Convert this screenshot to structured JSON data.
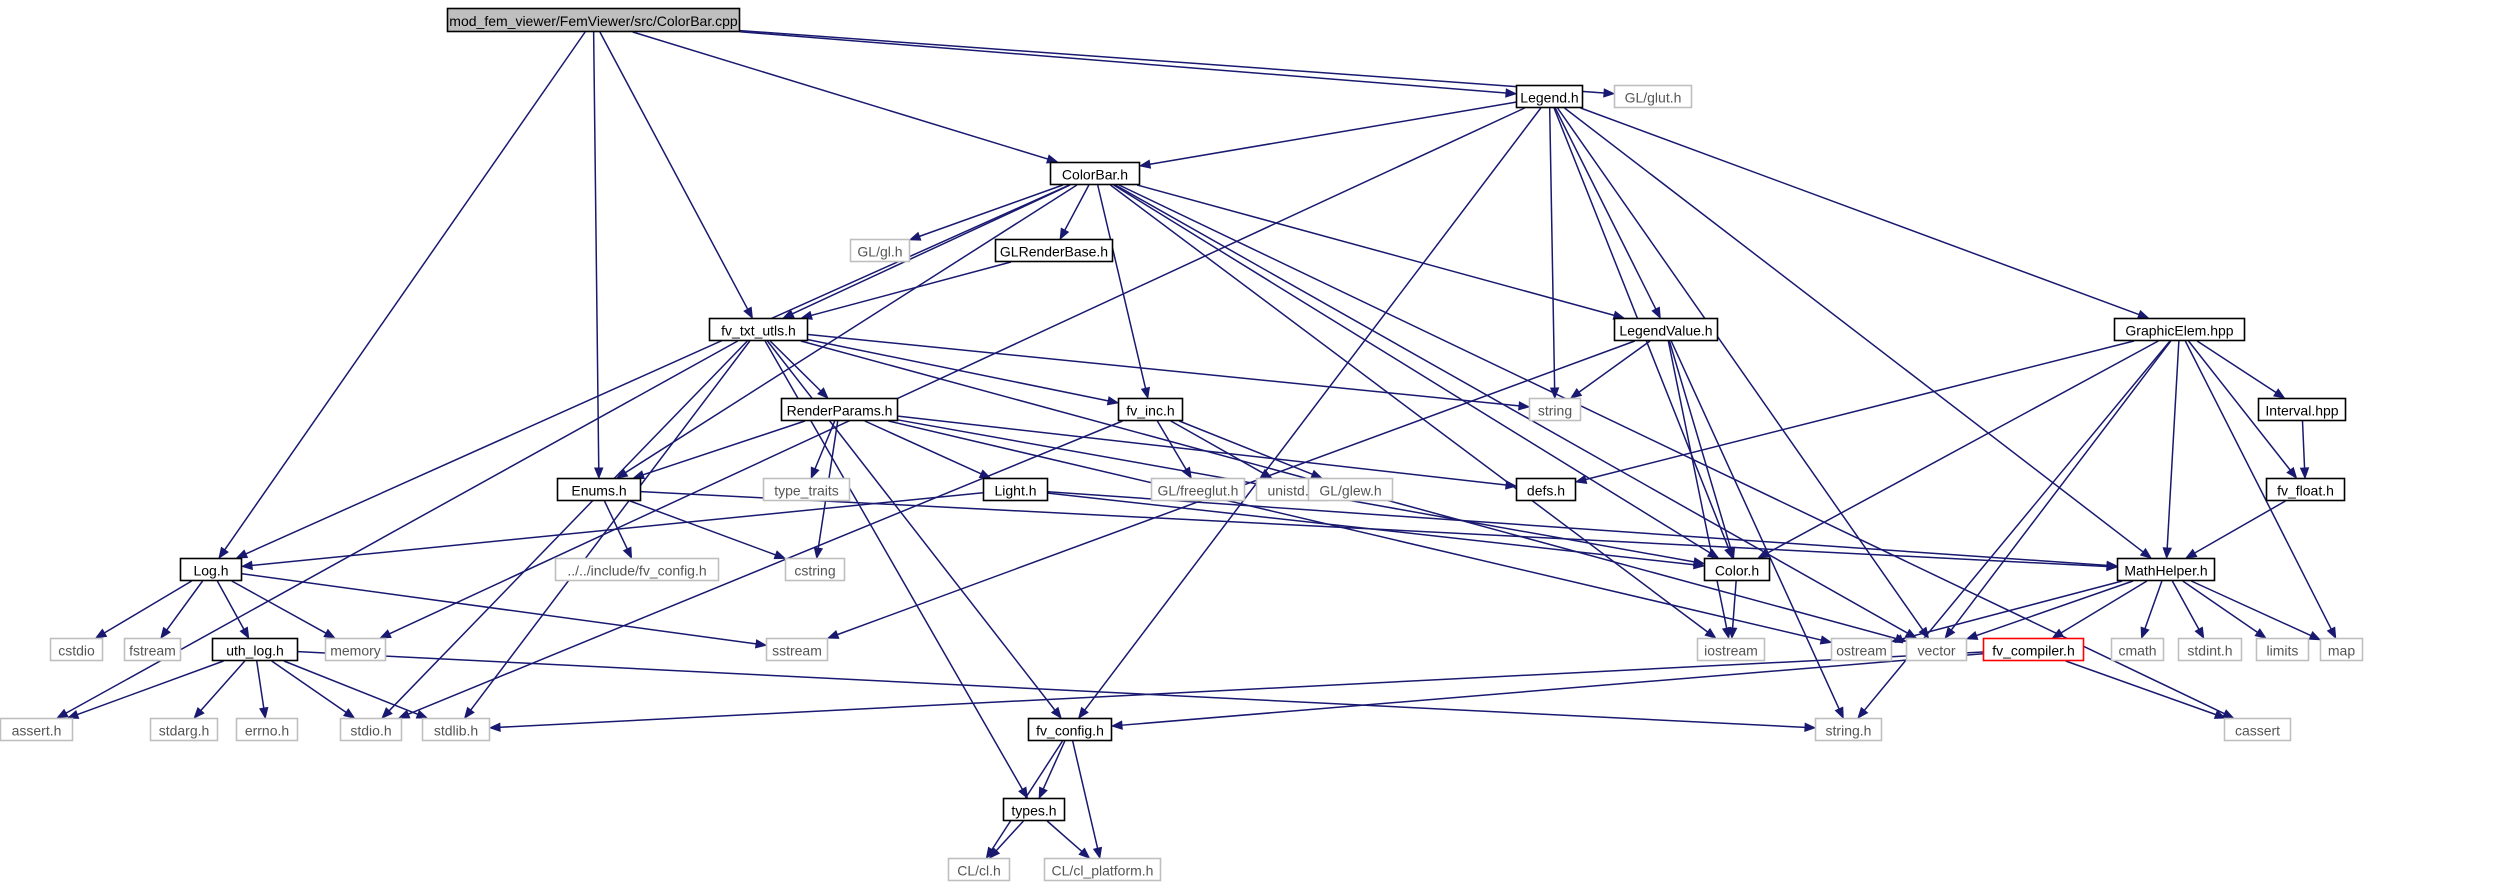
{
  "colors": {
    "edge": "#191970",
    "documented_border": "#000000",
    "external_border": "#bfbfbf",
    "truncated_border": "#ff0000",
    "root_fill": "#bfbfbf",
    "text": "#000000",
    "external_text": "#555555",
    "background": "#ffffff"
  },
  "nodes": [
    {
      "id": "root",
      "label": "mod_fem_viewer/FemViewer/src/ColorBar.cpp",
      "kind": "root"
    },
    {
      "id": "legend_h",
      "label": "Legend.h",
      "kind": "documented"
    },
    {
      "id": "gl_glut",
      "label": "GL/glut.h",
      "kind": "external"
    },
    {
      "id": "colorbar_h",
      "label": "ColorBar.h",
      "kind": "documented"
    },
    {
      "id": "gl_gl",
      "label": "GL/gl.h",
      "kind": "external"
    },
    {
      "id": "glrenderbase",
      "label": "GLRenderBase.h",
      "kind": "documented"
    },
    {
      "id": "fv_txt_utls",
      "label": "fv_txt_utls.h",
      "kind": "documented"
    },
    {
      "id": "legendvalue",
      "label": "LegendValue.h",
      "kind": "documented"
    },
    {
      "id": "graphicelem",
      "label": "GraphicElem.hpp",
      "kind": "documented"
    },
    {
      "id": "string",
      "label": "string",
      "kind": "external"
    },
    {
      "id": "renderparams",
      "label": "RenderParams.h",
      "kind": "documented"
    },
    {
      "id": "fv_inc",
      "label": "fv_inc.h",
      "kind": "documented"
    },
    {
      "id": "interval",
      "label": "Interval.hpp",
      "kind": "documented"
    },
    {
      "id": "type_traits",
      "label": "type_traits",
      "kind": "external"
    },
    {
      "id": "enums",
      "label": "Enums.h",
      "kind": "documented"
    },
    {
      "id": "light",
      "label": "Light.h",
      "kind": "documented"
    },
    {
      "id": "gl_freeglut",
      "label": "GL/freeglut.h",
      "kind": "external"
    },
    {
      "id": "unistd",
      "label": "unistd.h",
      "kind": "external"
    },
    {
      "id": "gl_glew",
      "label": "GL/glew.h",
      "kind": "external"
    },
    {
      "id": "defs",
      "label": "defs.h",
      "kind": "documented"
    },
    {
      "id": "fv_float",
      "label": "fv_float.h",
      "kind": "documented"
    },
    {
      "id": "fv_config_rel",
      "label": "../../include/fv_config.h",
      "kind": "external"
    },
    {
      "id": "cstring",
      "label": "cstring",
      "kind": "external"
    },
    {
      "id": "log",
      "label": "Log.h",
      "kind": "documented"
    },
    {
      "id": "color",
      "label": "Color.h",
      "kind": "documented"
    },
    {
      "id": "mathhelper",
      "label": "MathHelper.h",
      "kind": "documented"
    },
    {
      "id": "cstdio",
      "label": "cstdio",
      "kind": "external"
    },
    {
      "id": "fstream",
      "label": "fstream",
      "kind": "external"
    },
    {
      "id": "uth_log",
      "label": "uth_log.h",
      "kind": "documented"
    },
    {
      "id": "memory",
      "label": "memory",
      "kind": "external"
    },
    {
      "id": "sstream",
      "label": "sstream",
      "kind": "external"
    },
    {
      "id": "iostream",
      "label": "iostream",
      "kind": "external"
    },
    {
      "id": "ostream",
      "label": "ostream",
      "kind": "external"
    },
    {
      "id": "vector",
      "label": "vector",
      "kind": "external"
    },
    {
      "id": "fv_compiler",
      "label": "fv_compiler.h",
      "kind": "truncated"
    },
    {
      "id": "cmath",
      "label": "cmath",
      "kind": "external"
    },
    {
      "id": "stdint",
      "label": "stdint.h",
      "kind": "external"
    },
    {
      "id": "limits",
      "label": "limits",
      "kind": "external"
    },
    {
      "id": "map",
      "label": "map",
      "kind": "external"
    },
    {
      "id": "assert",
      "label": "assert.h",
      "kind": "external"
    },
    {
      "id": "stdarg",
      "label": "stdarg.h",
      "kind": "external"
    },
    {
      "id": "errno",
      "label": "errno.h",
      "kind": "external"
    },
    {
      "id": "stdio",
      "label": "stdio.h",
      "kind": "external"
    },
    {
      "id": "stdlib",
      "label": "stdlib.h",
      "kind": "external"
    },
    {
      "id": "fv_config",
      "label": "fv_config.h",
      "kind": "documented"
    },
    {
      "id": "string_h",
      "label": "string.h",
      "kind": "external"
    },
    {
      "id": "cassert",
      "label": "cassert",
      "kind": "external"
    },
    {
      "id": "types",
      "label": "types.h",
      "kind": "documented"
    },
    {
      "id": "cl_cl",
      "label": "CL/cl.h",
      "kind": "external"
    },
    {
      "id": "cl_platform",
      "label": "CL/cl_platform.h",
      "kind": "external"
    }
  ],
  "edges": [
    [
      "root",
      "legend_h"
    ],
    [
      "root",
      "gl_glut"
    ],
    [
      "root",
      "colorbar_h"
    ],
    [
      "root",
      "fv_txt_utls"
    ],
    [
      "root",
      "enums"
    ],
    [
      "root",
      "log"
    ],
    [
      "legend_h",
      "colorbar_h"
    ],
    [
      "legend_h",
      "memory"
    ],
    [
      "legend_h",
      "string"
    ],
    [
      "legend_h",
      "legendvalue"
    ],
    [
      "legend_h",
      "graphicelem"
    ],
    [
      "legend_h",
      "color"
    ],
    [
      "legend_h",
      "vector"
    ],
    [
      "legend_h",
      "mathhelper"
    ],
    [
      "legend_h",
      "fv_config"
    ],
    [
      "colorbar_h",
      "gl_gl"
    ],
    [
      "colorbar_h",
      "glrenderbase"
    ],
    [
      "colorbar_h",
      "fv_txt_utls"
    ],
    [
      "colorbar_h",
      "fv_inc"
    ],
    [
      "colorbar_h",
      "legendvalue"
    ],
    [
      "colorbar_h",
      "enums"
    ],
    [
      "colorbar_h",
      "log"
    ],
    [
      "colorbar_h",
      "iostream"
    ],
    [
      "colorbar_h",
      "vector"
    ],
    [
      "colorbar_h",
      "cassert"
    ],
    [
      "colorbar_h",
      "color"
    ],
    [
      "glrenderbase",
      "fv_txt_utls"
    ],
    [
      "fv_txt_utls",
      "renderparams"
    ],
    [
      "fv_txt_utls",
      "fv_inc"
    ],
    [
      "fv_txt_utls",
      "string"
    ],
    [
      "fv_txt_utls",
      "stdio"
    ],
    [
      "fv_txt_utls",
      "stdlib"
    ],
    [
      "fv_txt_utls",
      "assert"
    ],
    [
      "fv_txt_utls",
      "types"
    ],
    [
      "fv_txt_utls",
      "fv_config"
    ],
    [
      "fv_txt_utls",
      "vector"
    ],
    [
      "legendvalue",
      "string"
    ],
    [
      "legendvalue",
      "color"
    ],
    [
      "legendvalue",
      "sstream"
    ],
    [
      "legendvalue",
      "iostream"
    ],
    [
      "legendvalue",
      "string_h"
    ],
    [
      "graphicelem",
      "defs"
    ],
    [
      "graphicelem",
      "interval"
    ],
    [
      "graphicelem",
      "fv_float"
    ],
    [
      "graphicelem",
      "color"
    ],
    [
      "graphicelem",
      "mathhelper"
    ],
    [
      "graphicelem",
      "vector"
    ],
    [
      "graphicelem",
      "map"
    ],
    [
      "graphicelem",
      "string_h"
    ],
    [
      "renderparams",
      "type_traits"
    ],
    [
      "renderparams",
      "enums"
    ],
    [
      "renderparams",
      "light"
    ],
    [
      "renderparams",
      "defs"
    ],
    [
      "renderparams",
      "cstring"
    ],
    [
      "renderparams",
      "color"
    ],
    [
      "renderparams",
      "ostream"
    ],
    [
      "fv_inc",
      "gl_freeglut"
    ],
    [
      "fv_inc",
      "unistd"
    ],
    [
      "fv_inc",
      "gl_glew"
    ],
    [
      "fv_inc",
      "stdio"
    ],
    [
      "interval",
      "fv_float"
    ],
    [
      "fv_float",
      "mathhelper"
    ],
    [
      "enums",
      "fv_config_rel"
    ],
    [
      "enums",
      "cstring"
    ],
    [
      "enums",
      "mathhelper"
    ],
    [
      "light",
      "log"
    ],
    [
      "light",
      "color"
    ],
    [
      "light",
      "mathhelper"
    ],
    [
      "log",
      "cstdio"
    ],
    [
      "log",
      "fstream"
    ],
    [
      "log",
      "uth_log"
    ],
    [
      "log",
      "memory"
    ],
    [
      "log",
      "sstream"
    ],
    [
      "color",
      "iostream"
    ],
    [
      "mathhelper",
      "ostream"
    ],
    [
      "mathhelper",
      "vector"
    ],
    [
      "mathhelper",
      "fv_compiler"
    ],
    [
      "mathhelper",
      "cmath"
    ],
    [
      "mathhelper",
      "stdint"
    ],
    [
      "mathhelper",
      "limits"
    ],
    [
      "mathhelper",
      "map"
    ],
    [
      "fv_compiler",
      "fv_config"
    ],
    [
      "fv_compiler",
      "stdlib"
    ],
    [
      "fv_compiler",
      "cassert"
    ],
    [
      "uth_log",
      "assert"
    ],
    [
      "uth_log",
      "stdarg"
    ],
    [
      "uth_log",
      "errno"
    ],
    [
      "uth_log",
      "stdio"
    ],
    [
      "uth_log",
      "stdlib"
    ],
    [
      "uth_log",
      "string_h"
    ],
    [
      "fv_config",
      "types"
    ],
    [
      "fv_config",
      "cl_cl"
    ],
    [
      "fv_config",
      "cl_platform"
    ],
    [
      "types",
      "cl_cl"
    ],
    [
      "types",
      "cl_platform"
    ]
  ]
}
